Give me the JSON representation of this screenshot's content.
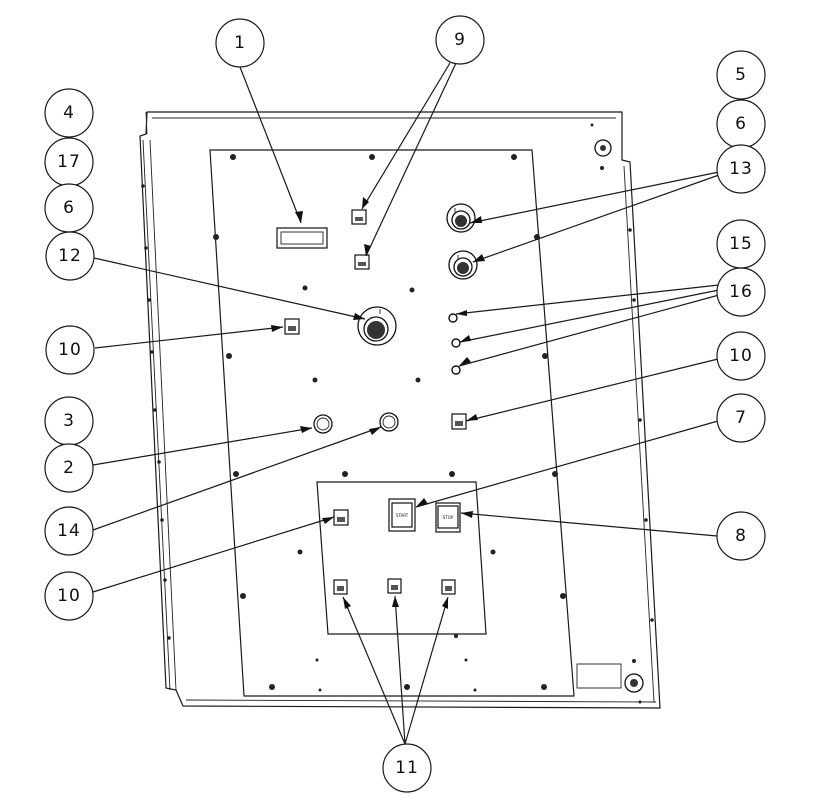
{
  "callouts": [
    {
      "id": "c1",
      "label": "1"
    },
    {
      "id": "c9",
      "label": "9"
    },
    {
      "id": "c5",
      "label": "5"
    },
    {
      "id": "c4",
      "label": "4"
    },
    {
      "id": "c6a",
      "label": "6"
    },
    {
      "id": "c13",
      "label": "13"
    },
    {
      "id": "c17",
      "label": "17"
    },
    {
      "id": "c6b",
      "label": "6"
    },
    {
      "id": "c15",
      "label": "15"
    },
    {
      "id": "c12",
      "label": "12"
    },
    {
      "id": "c16",
      "label": "16"
    },
    {
      "id": "c10a",
      "label": "10"
    },
    {
      "id": "c10b",
      "label": "10"
    },
    {
      "id": "c3",
      "label": "3"
    },
    {
      "id": "c7",
      "label": "7"
    },
    {
      "id": "c2",
      "label": "2"
    },
    {
      "id": "c14",
      "label": "14"
    },
    {
      "id": "c8",
      "label": "8"
    },
    {
      "id": "c10c",
      "label": "10"
    },
    {
      "id": "c11",
      "label": "11"
    }
  ],
  "buttons": {
    "start_label": "START",
    "stop_label": "STOP"
  }
}
